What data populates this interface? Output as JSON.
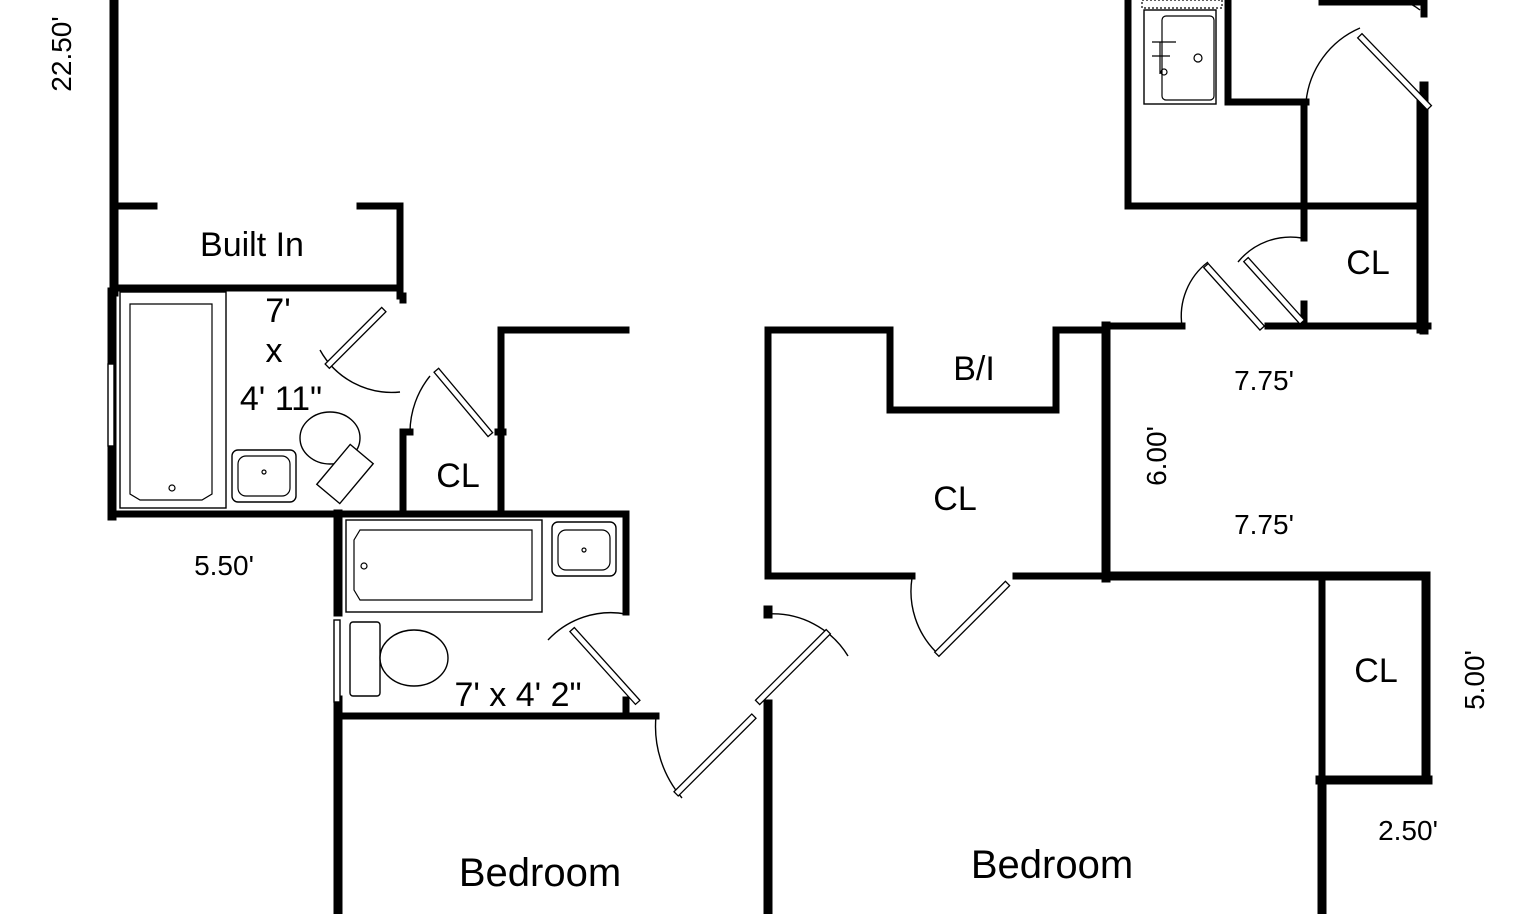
{
  "labels": {
    "built_in": "Built In",
    "bath1_line1": "7'",
    "bath1_line2": "x",
    "bath1_line3": "4' 11\"",
    "cl_left": "CL",
    "bath2_size": "7' x 4' 2\"",
    "bi_center": "B/I",
    "cl_center": "CL",
    "cl_top_right": "CL",
    "cl_right": "CL",
    "bedroom_left": "Bedroom",
    "bedroom_right": "Bedroom"
  },
  "dimensions": {
    "left_vertical": "22.50'",
    "bath1_width": "5.50'",
    "hall_top": "7.75'",
    "hall_bottom": "7.75'",
    "hall_height": "6.00'",
    "closet_height": "5.00'",
    "closet_width": "2.50'"
  }
}
